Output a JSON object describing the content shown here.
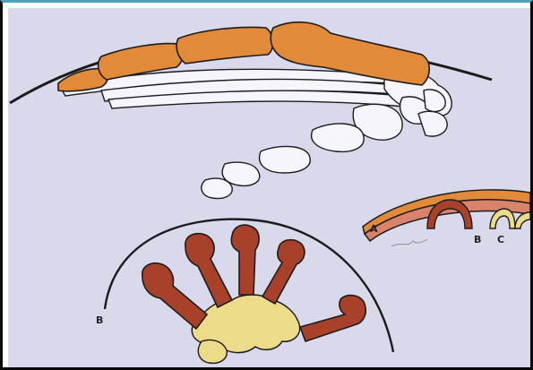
{
  "labels": {
    "a": "A",
    "b": "B",
    "c": "C"
  },
  "colors": {
    "background": "#dad9ec",
    "orange_bone": "#e08a3a",
    "red_bone": "#a8412a",
    "pink_bone": "#d9836a",
    "yellow_bone": "#ecdc8a",
    "outline": "#1c1c1c",
    "frame": "#0a0a0a",
    "frame_top": "#4fa3b8"
  }
}
